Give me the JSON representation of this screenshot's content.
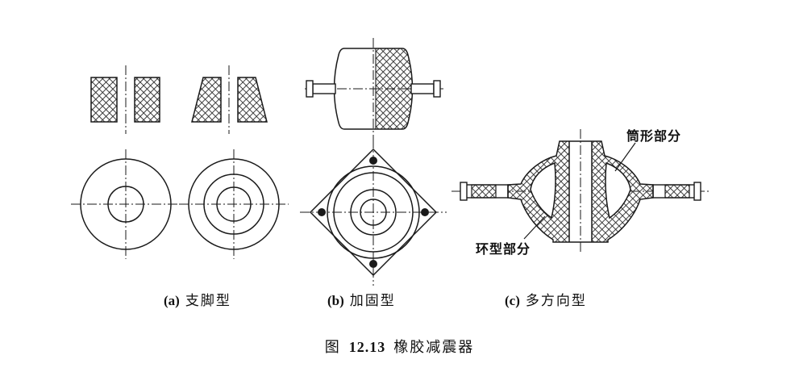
{
  "figure": {
    "caption": {
      "prefix": "图",
      "number": "12.13",
      "title": "橡胶减震器"
    }
  },
  "subfigures": {
    "a": {
      "label": "(a)",
      "name": "支脚型"
    },
    "b": {
      "label": "(b)",
      "name": "加固型"
    },
    "c": {
      "label": "(c)",
      "name": "多方向型"
    }
  },
  "annotations": {
    "cylindrical_part": "筒形部分",
    "ring_part": "环型部分"
  },
  "colors": {
    "line": "#1a1a1a",
    "background": "#ffffff"
  }
}
